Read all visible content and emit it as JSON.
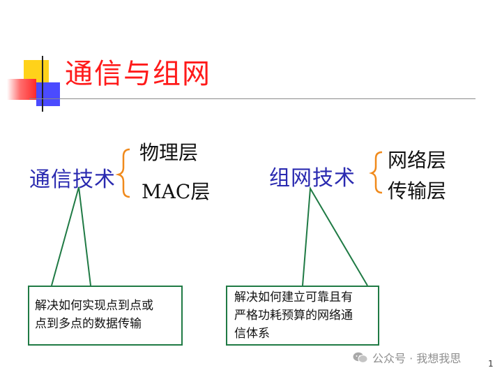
{
  "title": "通信与组网",
  "left": {
    "label": "通信技术",
    "items": [
      "物理层",
      "MAC层"
    ],
    "note_lines": [
      "解决如何实现点到点或",
      "点到多点的数据传输"
    ]
  },
  "right": {
    "label": "组网技术",
    "items": [
      "网络层",
      "传输层"
    ],
    "note_lines": [
      "解决如何建立可靠且有",
      "严格功耗预算的网络通",
      "信体系"
    ]
  },
  "watermark": "公众号 · 我想我思",
  "page_number": "1",
  "colors": {
    "title": "#ff1a1a",
    "label": "#2a2ab0",
    "brace": "#f08a1c",
    "callout_border": "#1f7a44"
  }
}
